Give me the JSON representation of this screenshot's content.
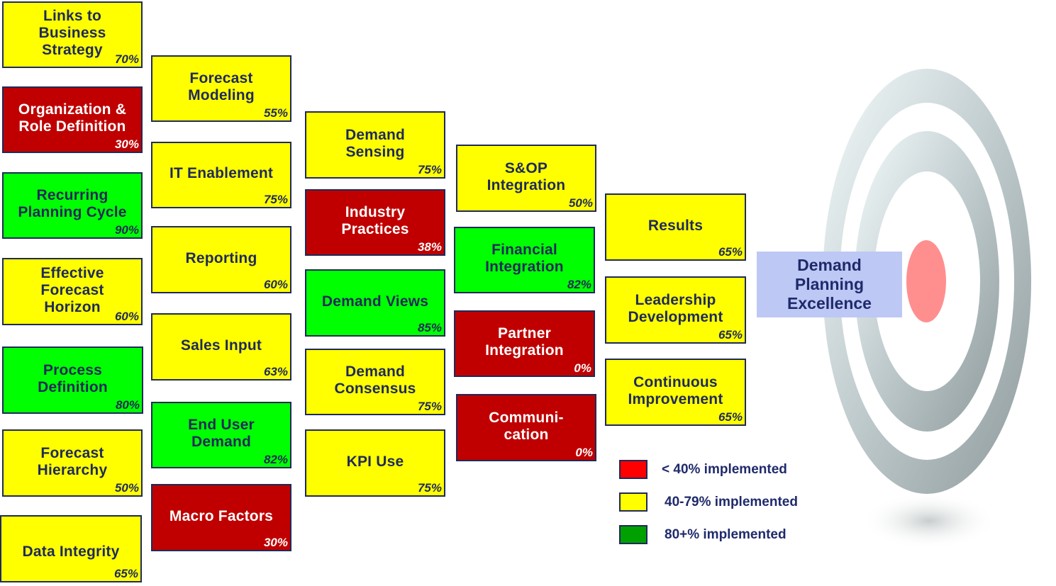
{
  "colors": {
    "red": "#c00000",
    "yellow": "#ffff00",
    "green": "#00ff00",
    "text_dark": "#1f2a5a",
    "goal_bg": "#bdc8f5"
  },
  "boxes": [
    {
      "label": "Links to\nBusiness\nStrategy",
      "pct": "70%",
      "status": "yellow"
    },
    {
      "label": "Organization &\nRole Definition",
      "pct": "30%",
      "status": "red"
    },
    {
      "label": "Recurring\nPlanning Cycle",
      "pct": "90%",
      "status": "green"
    },
    {
      "label": "Effective\nForecast\nHorizon",
      "pct": "60%",
      "status": "yellow"
    },
    {
      "label": "Process\nDefinition",
      "pct": "80%",
      "status": "green"
    },
    {
      "label": "Forecast\nHierarchy",
      "pct": "50%",
      "status": "yellow"
    },
    {
      "label": "Data Integrity",
      "pct": "65%",
      "status": "yellow"
    },
    {
      "label": "Forecast\nModeling",
      "pct": "55%",
      "status": "yellow"
    },
    {
      "label": "IT Enablement",
      "pct": "75%",
      "status": "yellow"
    },
    {
      "label": "Reporting",
      "pct": "60%",
      "status": "yellow"
    },
    {
      "label": "Sales Input",
      "pct": "63%",
      "status": "yellow"
    },
    {
      "label": "End User\nDemand",
      "pct": "82%",
      "status": "green"
    },
    {
      "label": "Macro Factors",
      "pct": "30%",
      "status": "red"
    },
    {
      "label": "Demand\nSensing",
      "pct": "75%",
      "status": "yellow"
    },
    {
      "label": "Industry\nPractices",
      "pct": "38%",
      "status": "red"
    },
    {
      "label": "Demand Views",
      "pct": "85%",
      "status": "green"
    },
    {
      "label": "Demand\nConsensus",
      "pct": "75%",
      "status": "yellow"
    },
    {
      "label": "KPI Use",
      "pct": "75%",
      "status": "yellow"
    },
    {
      "label": "S&OP\nIntegration",
      "pct": "50%",
      "status": "yellow"
    },
    {
      "label": "Financial\nIntegration",
      "pct": "82%",
      "status": "green"
    },
    {
      "label": "Partner\nIntegration",
      "pct": "0%",
      "status": "red"
    },
    {
      "label": "Communi-\ncation",
      "pct": "0%",
      "status": "red"
    },
    {
      "label": "Results",
      "pct": "65%",
      "status": "yellow"
    },
    {
      "label": "Leadership\nDevelopment",
      "pct": "65%",
      "status": "yellow"
    },
    {
      "label": "Continuous\nImprovement",
      "pct": "65%",
      "status": "yellow"
    }
  ],
  "goal": {
    "label": "Demand\nPlanning\nExcellence"
  },
  "legend": [
    {
      "color": "red",
      "label": "< 40% implemented"
    },
    {
      "color": "yellow",
      "label": "40-79% implemented"
    },
    {
      "color": "green",
      "label": "80+% implemented"
    }
  ]
}
